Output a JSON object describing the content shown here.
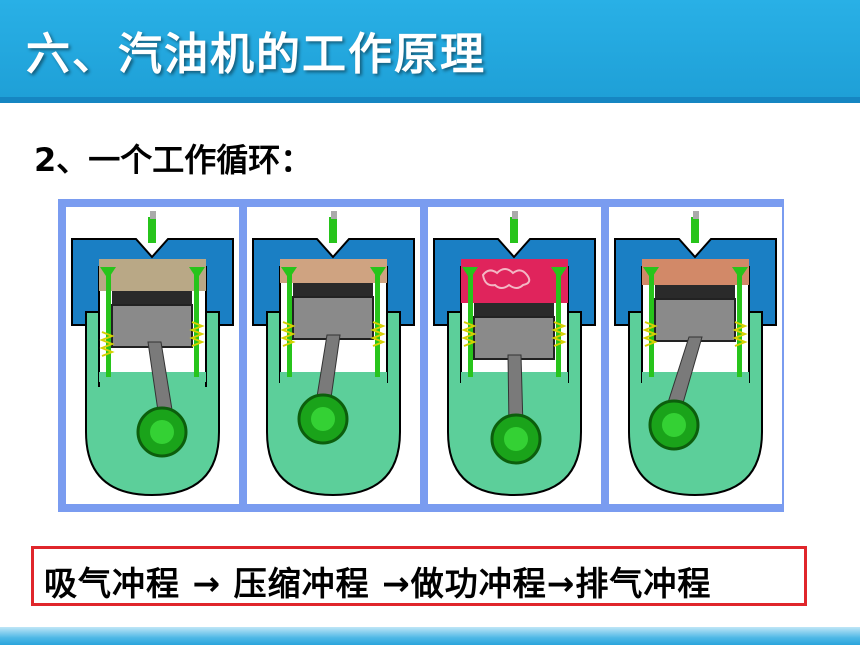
{
  "slide": {
    "title": "六、汽油机的工作原理",
    "subtitle": "2、一个工作循环：",
    "caption": "吸气冲程 → 压缩冲程 →做功冲程→排气冲程",
    "colors": {
      "title_bar": "#1ea6e0",
      "frame": "#7a9cf0",
      "caption_border": "#e0262b",
      "crankcase": "#5ccf9a",
      "head": "#1a7fc4",
      "valve": "#27c41b"
    }
  },
  "strokes": [
    {
      "id": "intake",
      "chamber_color": "#b9a886",
      "scribble": ""
    },
    {
      "id": "compression",
      "chamber_color": "#cfa381",
      "scribble": ""
    },
    {
      "id": "power",
      "chamber_color": "#e0245c",
      "scribble": ""
    },
    {
      "id": "exhaust",
      "chamber_color": "#d28968",
      "scribble": ""
    }
  ]
}
